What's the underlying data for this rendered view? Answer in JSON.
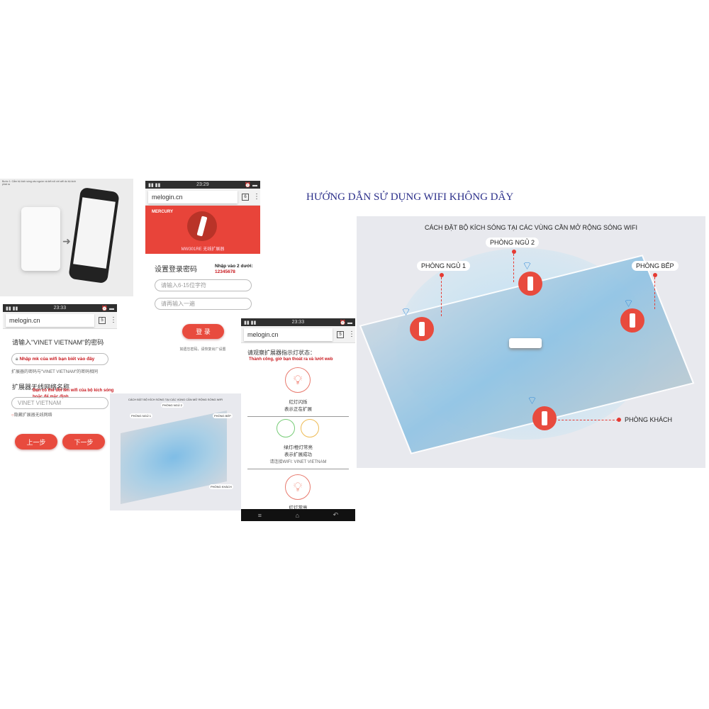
{
  "title": "HƯỚNG DẪN SỬ DỤNG WIFI KHÔNG DÂY",
  "photo": {
    "caption": "Bước 1: Cắm bộ kích sóng vào nguồn và kết nối với wifi do bộ kích phát ra"
  },
  "phone1": {
    "time": "23:29",
    "url": "melogin.cn",
    "tabs": "6",
    "brand": "MERCURY",
    "product": "MW301RE 无线扩展器",
    "heading": "设置登录密码",
    "note_label": "Nhập vào 2 dưới:",
    "note_value": "12345678",
    "input1_placeholder": "请输入6-15位字符",
    "input2_placeholder": "请再输入一遍",
    "login": "登 录",
    "forgot": "如遗忘密码，请恢复出厂设置"
  },
  "phone2": {
    "time": "23:33",
    "url": "melogin.cn",
    "tabs": "5",
    "heading": "请输入\"VINET VIETNAM\"的密码",
    "password_hint": "Nhập mk của wifi bạn biết vào đây",
    "password_note": "扩展器的密码与\"VINET VIETNAM\"的密码相同",
    "name_heading": "扩展器无线网络名称",
    "name_hint_1": "Bạn có thể đổi tên wifi của bộ kích sóng",
    "name_hint_2": "hoặc để mặc định",
    "ssid": "VINET VIETNAM",
    "hide_label": "隐藏扩展器无线网络",
    "prev": "上一步",
    "next": "下一步"
  },
  "phone3": {
    "time": "23:33",
    "url": "melogin.cn",
    "tabs": "5",
    "heading": "请观察扩展器指示灯状态：",
    "success": "Thành công, giờ bạn thoát ra và lướt web",
    "s1_title": "红灯闪烁",
    "s1_desc": "表示正在扩展",
    "s2_title": "绿灯/橙灯常亮",
    "s2_desc": "表示扩展成功",
    "s2_connect": "请连接WIFI: VINET VIETNAM",
    "s3_title": "红灯常亮"
  },
  "diagram": {
    "title": "CÁCH ĐẶT BỘ KÍCH SÓNG TẠI CÁC VÙNG CẦN MỞ RỘNG SÓNG WIFI",
    "room1": "PHÒNG NGỦ 1",
    "room2": "PHÒNG NGỦ 2",
    "kitchen": "PHÒNG BẾP",
    "living": "PHÒNG KHÁCH"
  },
  "colors": {
    "accent": "#e84b3e",
    "title": "#2b2f8a",
    "wifi": "#3d8fd9"
  }
}
